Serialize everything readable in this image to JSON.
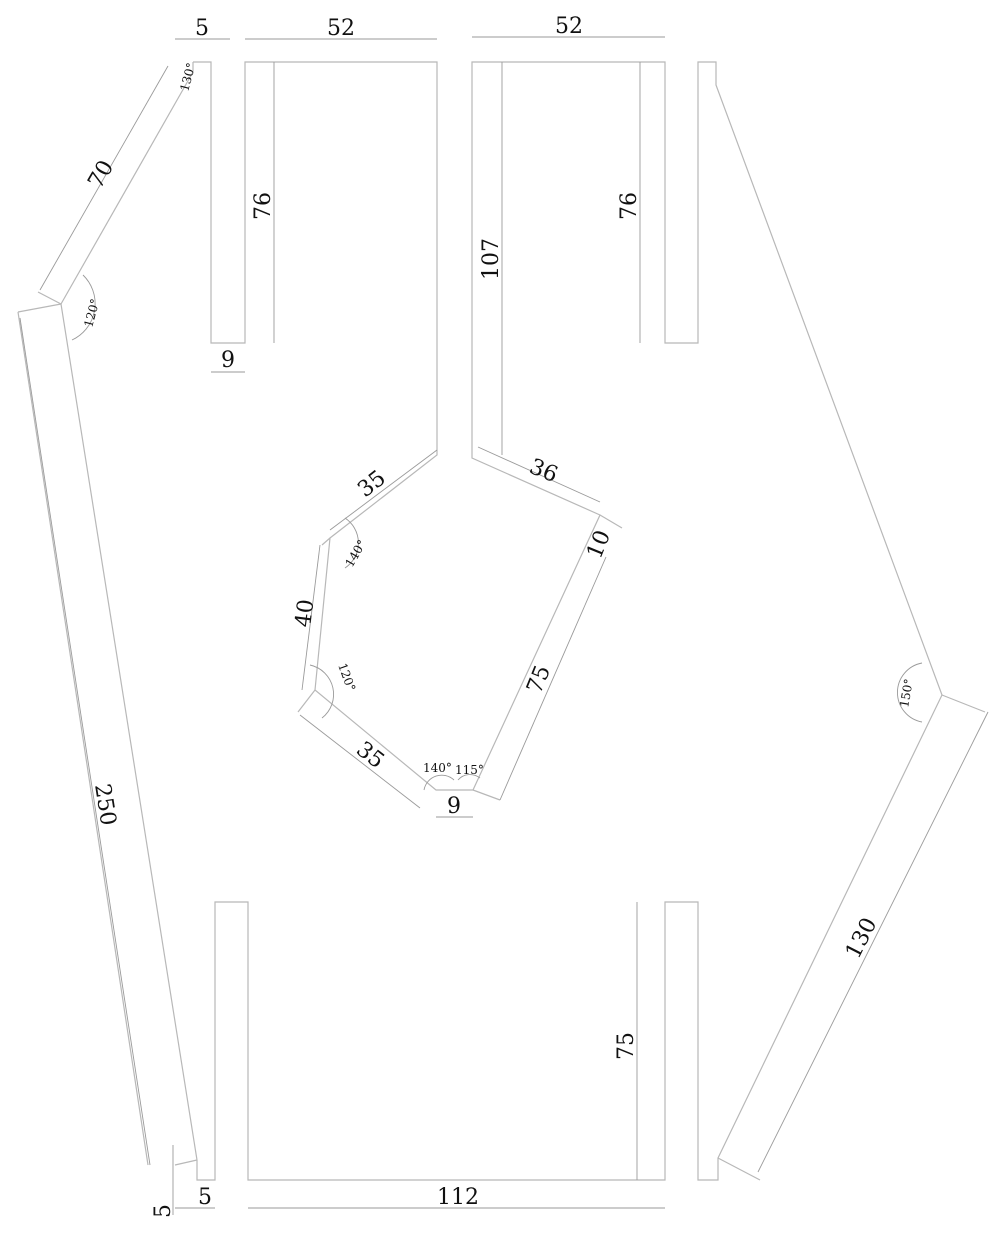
{
  "dimensions": {
    "top_left_5": "5",
    "top_left_52": "52",
    "top_right_52": "52",
    "left_70": "70",
    "angle_130": "130°",
    "left_76": "76",
    "center_107": "107",
    "right_76": "76",
    "angle_120_left": "120°",
    "gap_9_top": "9",
    "upper_35": "35",
    "right_36": "36",
    "angle_140_upper": "140°",
    "dim_10": "10",
    "dim_40": "40",
    "angle_120_inner": "120°",
    "dim_75_diag": "75",
    "lower_35": "35",
    "angle_140_lower": "140°",
    "angle_115": "115°",
    "gap_9_bottom": "9",
    "angle_150": "150°",
    "left_250": "250",
    "right_130": "130",
    "right_75": "75",
    "bottom_5_vertical": "5",
    "bottom_5": "5",
    "bottom_112": "112"
  }
}
